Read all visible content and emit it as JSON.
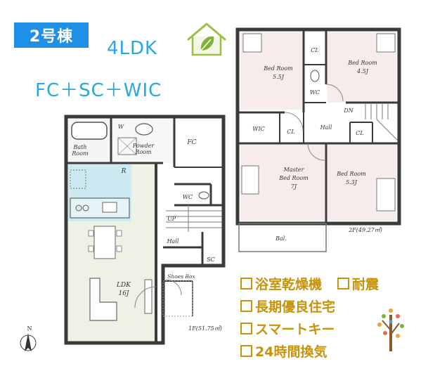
{
  "building_badge": "2号棟",
  "layout_type": "4LDK",
  "options": "FC＋SC＋WIC",
  "features": [
    "浴室乾燥機",
    "耐震",
    "長期優良住宅",
    "スマートキー",
    "24時間換気"
  ],
  "colors": {
    "badge_bg": "#1e90e6",
    "accent_text": "#2aa6e0",
    "feature_text": "#c8920a",
    "ldk_floor": "#eef2e4",
    "kitchen_floor": "#cde9f2",
    "bedroom_floor": "#f7ecec",
    "wall": "#3a3a3a"
  },
  "floor1": {
    "area_label": "1F(51.75㎡)",
    "rooms": {
      "bath": "Bath\nRoom",
      "powder": "Powder\nRoom",
      "fc": "FC",
      "wc": "WC",
      "up": "UP",
      "hall": "Hall",
      "sc": "SC",
      "shoes_box": "Shoes Box",
      "ldk": "LDK\n16J",
      "r": "R",
      "w": "W"
    }
  },
  "floor2": {
    "area_label": "2F(49.27㎡)",
    "rooms": {
      "bed_left": "Bed Room\n5.5J",
      "bed_right": "Bed Room\n4.5J",
      "cl1": "CL",
      "wc": "WC",
      "dn": "DN",
      "wic": "WIC",
      "cl2": "CL",
      "hall": "Hall",
      "cl3": "CL",
      "master": "Master\nBed Room\n7J",
      "bed_se": "Bed Room\n5.3J",
      "bal": "Bal."
    }
  },
  "compass_label": "N",
  "icons": [
    "house-leaf-icon",
    "tree-icon",
    "compass-icon"
  ]
}
